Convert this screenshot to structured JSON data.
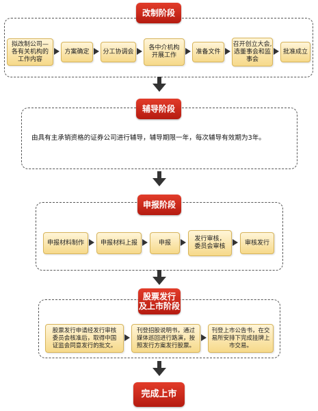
{
  "stages": [
    {
      "title": "改制阶段"
    },
    {
      "title": "辅导阶段"
    },
    {
      "title": "申报阶段"
    },
    {
      "title": "股票发行\n及上市阶段"
    },
    {
      "title": "完成上市"
    }
  ],
  "stage1_steps": [
    "拟改制公司—\n各有关机构的\n工作内容",
    "方案确定",
    "分工协调会",
    "各中介机构\n开展工作",
    "准备文件",
    "召开创立大会,\n选董事会和监\n事会",
    "批准成立"
  ],
  "stage2_text": "由具有主承销资格的证券公司进行辅导，辅导期限一年，每次辅导有效期为3年。",
  "stage3_steps": [
    "申报材料制作",
    "申报材料上报",
    "申报",
    "发行审核，\n委员会审核",
    "审核发行"
  ],
  "stage4_steps": [
    "股票发行申请经发行审核\n委员会核准后，取得中国\n证监会同意发行的批文。",
    "刊登招股说明书，通过\n媒体巡回进行路演，按\n照发行方案发行股票。",
    "刊登上市公告书，在交\n易所安排下完成挂牌上\n市交易。"
  ],
  "colors": {
    "accent_red": "#c8261a",
    "step_fill": "#f6d98a",
    "arrow": "#333333"
  }
}
